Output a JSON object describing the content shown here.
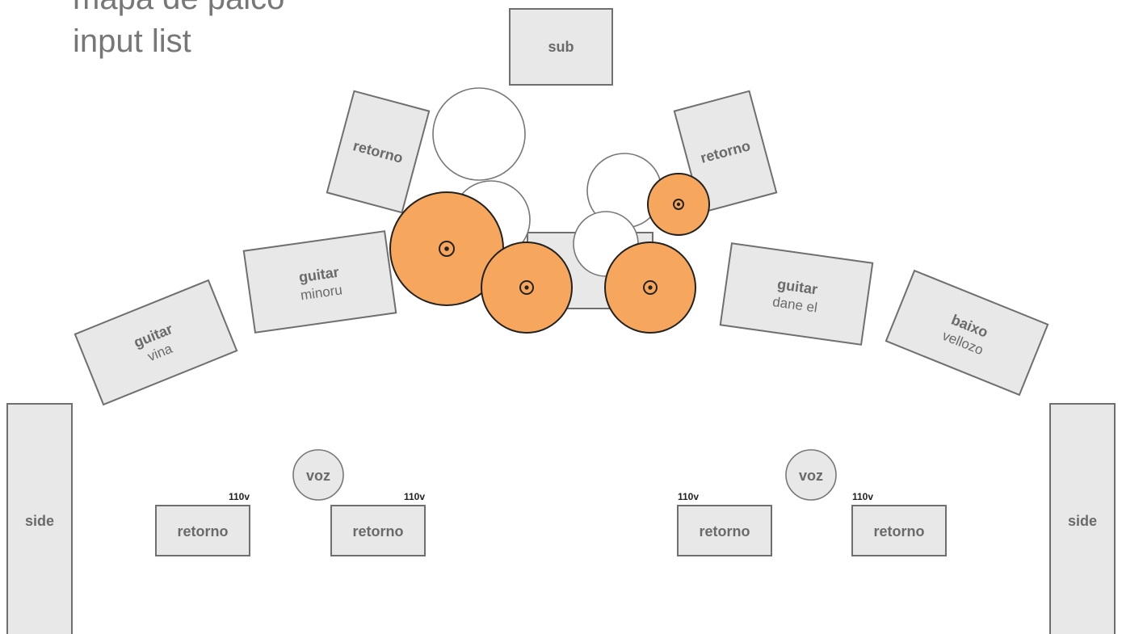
{
  "header": {
    "title_line1": "mapa de palco",
    "title_line2": "input list"
  },
  "colors": {
    "box_fill": "#e8e8e8",
    "box_stroke": "#6f6f6f",
    "cymbal_fill": "#f7a75d",
    "title_text": "#777777"
  },
  "stage": {
    "sub": "sub",
    "retorno_back_left": "retorno",
    "retorno_back_right": "retorno",
    "guitar_minoru": {
      "label": "guitar",
      "name": "minoru"
    },
    "guitar_vina": {
      "label": "guitar",
      "name": "vina"
    },
    "guitar_dane": {
      "label": "guitar",
      "name": "dane el"
    },
    "baixo": {
      "label": "baixo",
      "name": "vellozo"
    },
    "side_left": "side",
    "side_right": "side",
    "voz_left": "voz",
    "voz_right": "voz",
    "front_monitors": [
      {
        "label": "retorno",
        "voltage": "110v"
      },
      {
        "label": "retorno",
        "voltage": "110v"
      },
      {
        "label": "retorno",
        "voltage": "110v"
      },
      {
        "label": "retorno",
        "voltage": "110v"
      }
    ]
  }
}
